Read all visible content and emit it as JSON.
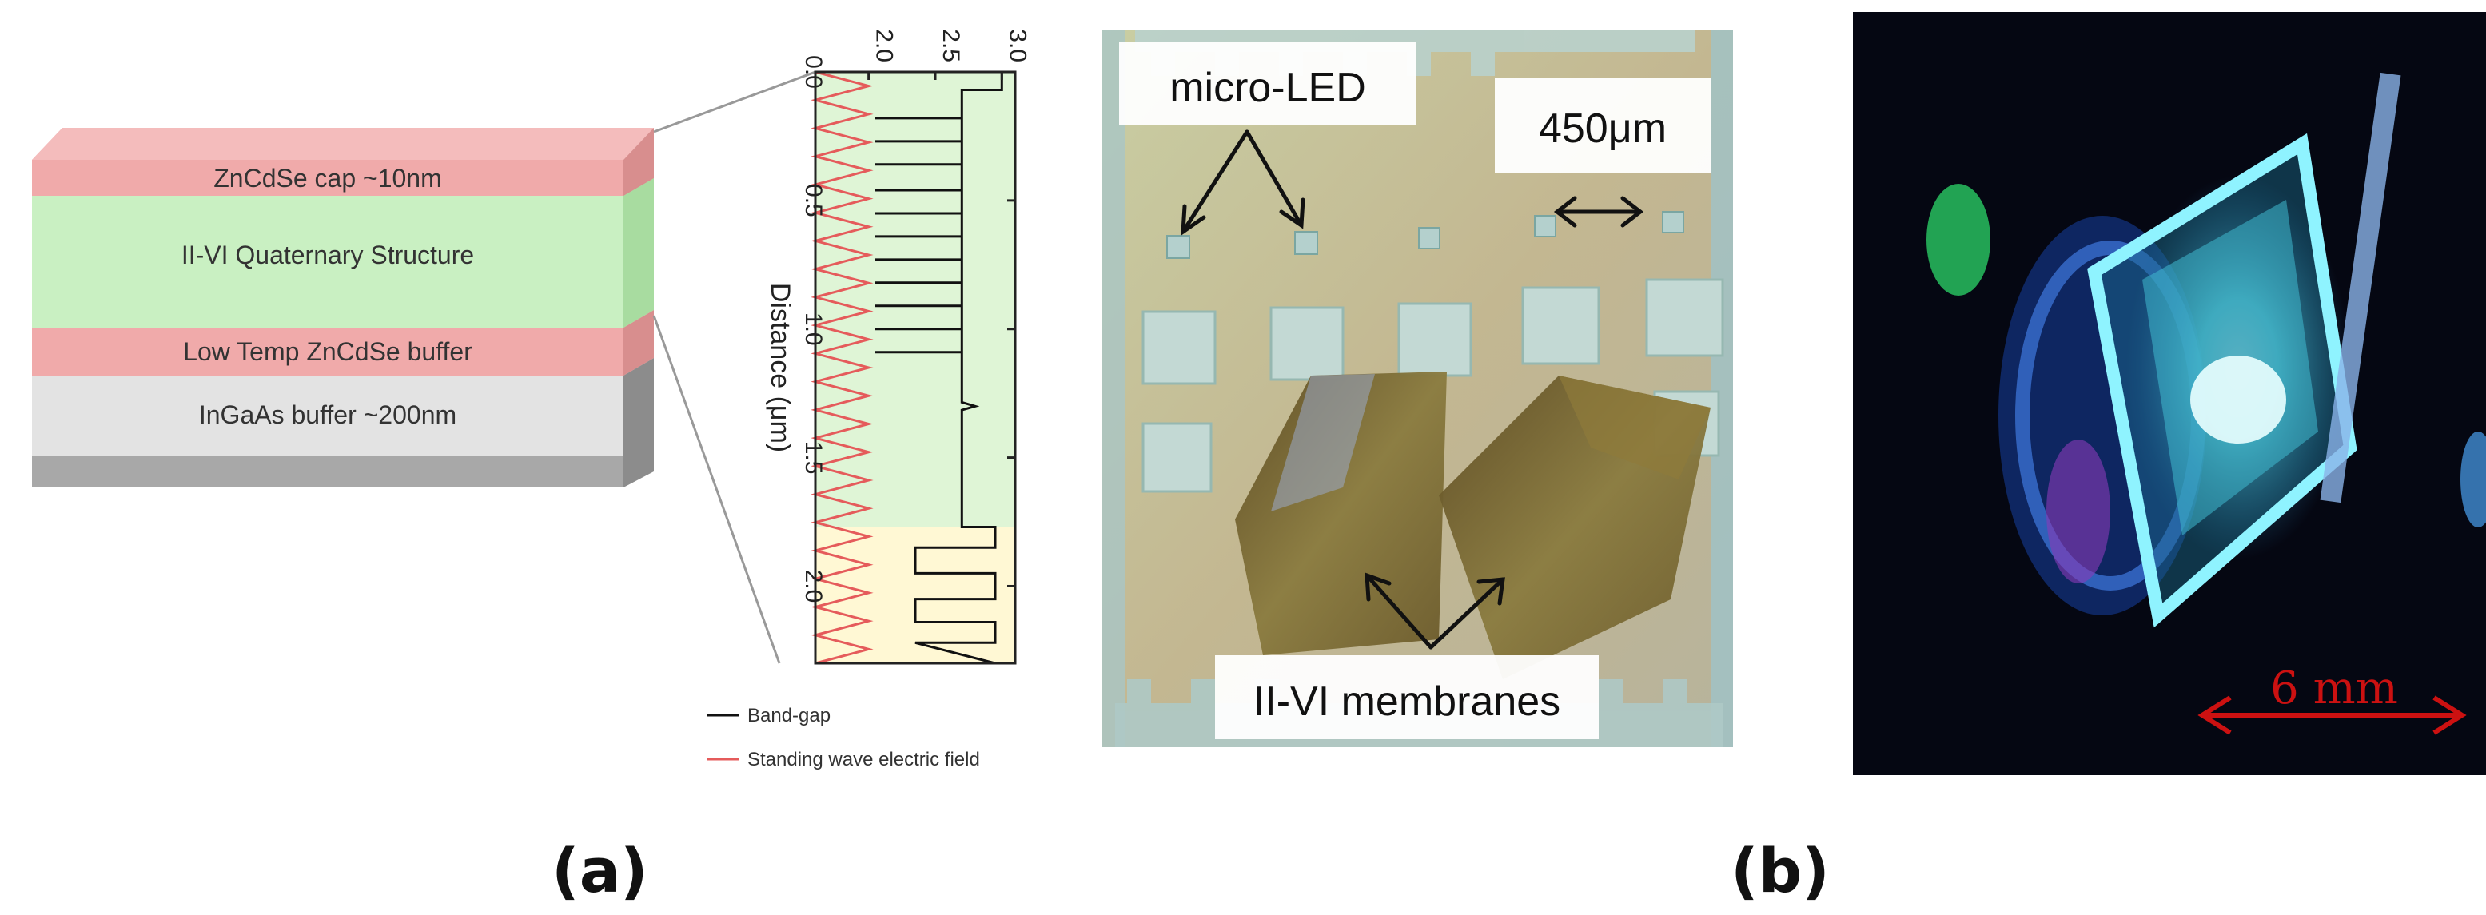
{
  "figure": {
    "panel_a_label": "(a)",
    "panel_b_label": "(b)",
    "layer_stack": {
      "layers": [
        {
          "label": "ZnCdSe cap ~10nm",
          "color": "#f4b6b6"
        },
        {
          "label": "II-VI Quaternary Structure",
          "color": "#c9f0c2"
        },
        {
          "label": "Low Temp ZnCdSe buffer",
          "color": "#f4b6b6"
        },
        {
          "label": "InGaAs buffer ~200nm",
          "color": "#e3e3e3"
        }
      ]
    },
    "micro_image": {
      "label_micro_led": "micro-LED",
      "label_scale": "450μm",
      "label_membranes": "II-VI membranes"
    },
    "photo": {
      "scale_label": "6 mm",
      "scale_color": "#cc1111"
    }
  },
  "chart_data": {
    "type": "line",
    "xlabel": "",
    "ylabel": "Distance (μm)",
    "xticks": [
      2.0,
      2.5,
      3.0
    ],
    "yticks": [
      0.0,
      0.5,
      1.0,
      1.5,
      2.0
    ],
    "xlim": [
      1.6,
      3.1
    ],
    "ylim": [
      0.0,
      2.3
    ],
    "regions": [
      {
        "y_start": 0.0,
        "y_end": 1.77,
        "color": "#dff5d6"
      },
      {
        "y_start": 1.77,
        "y_end": 2.3,
        "color": "#fff8d4"
      }
    ],
    "series": [
      {
        "name": "Band-gap",
        "color": "#111111"
      },
      {
        "name": "Standing wave electric field",
        "color": "#e55b5b"
      }
    ],
    "bandgap": {
      "baseline": 2.7,
      "cap_top": 3.0,
      "cap_y": [
        0.0,
        0.07
      ],
      "quantum_wells_y": [
        0.18,
        0.27,
        0.36,
        0.46,
        0.55,
        0.64,
        0.73,
        0.82,
        0.91,
        1.0,
        1.09
      ],
      "qw_level": 2.05,
      "mid_dip_y": 1.3,
      "mid_dip_level": 2.8,
      "lower_top_y": 1.77,
      "lower_oscillation_y": [
        1.85,
        1.95,
        2.05,
        2.14,
        2.22
      ],
      "lower_levels": [
        2.35,
        2.95
      ]
    },
    "field": {
      "x_min": 1.6,
      "x_max": 2.0,
      "periods": 21
    }
  }
}
